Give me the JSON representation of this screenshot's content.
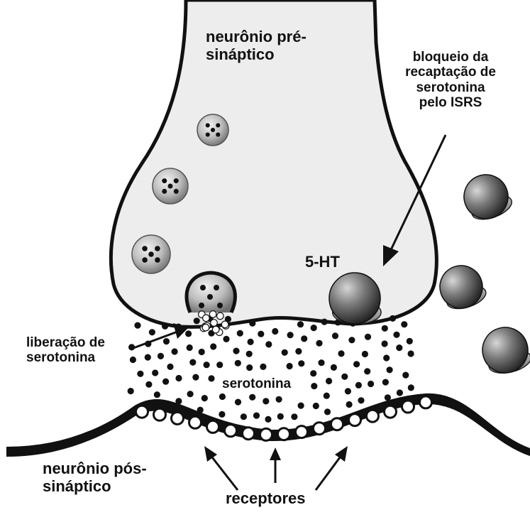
{
  "labels": {
    "pre_line1": "neurônio pré-",
    "pre_line2": "sináptico",
    "block_line1": "bloqueio da",
    "block_line2": "recaptação de",
    "block_line3": "serotonina",
    "block_line4": "pelo ISRS",
    "ht": "5-HT",
    "release_line1": "liberação de",
    "release_line2": "serotonina",
    "serotonin": "serotonina",
    "post_line1": "neurônio pós-",
    "post_line2": "sináptico",
    "receptors": "receptores"
  },
  "colors": {
    "background": "#ffffff",
    "cell_fill": "#ededed",
    "outline": "#111111",
    "transporter_dark": "#2a2a2a",
    "transporter_light": "#9a9a9a"
  }
}
